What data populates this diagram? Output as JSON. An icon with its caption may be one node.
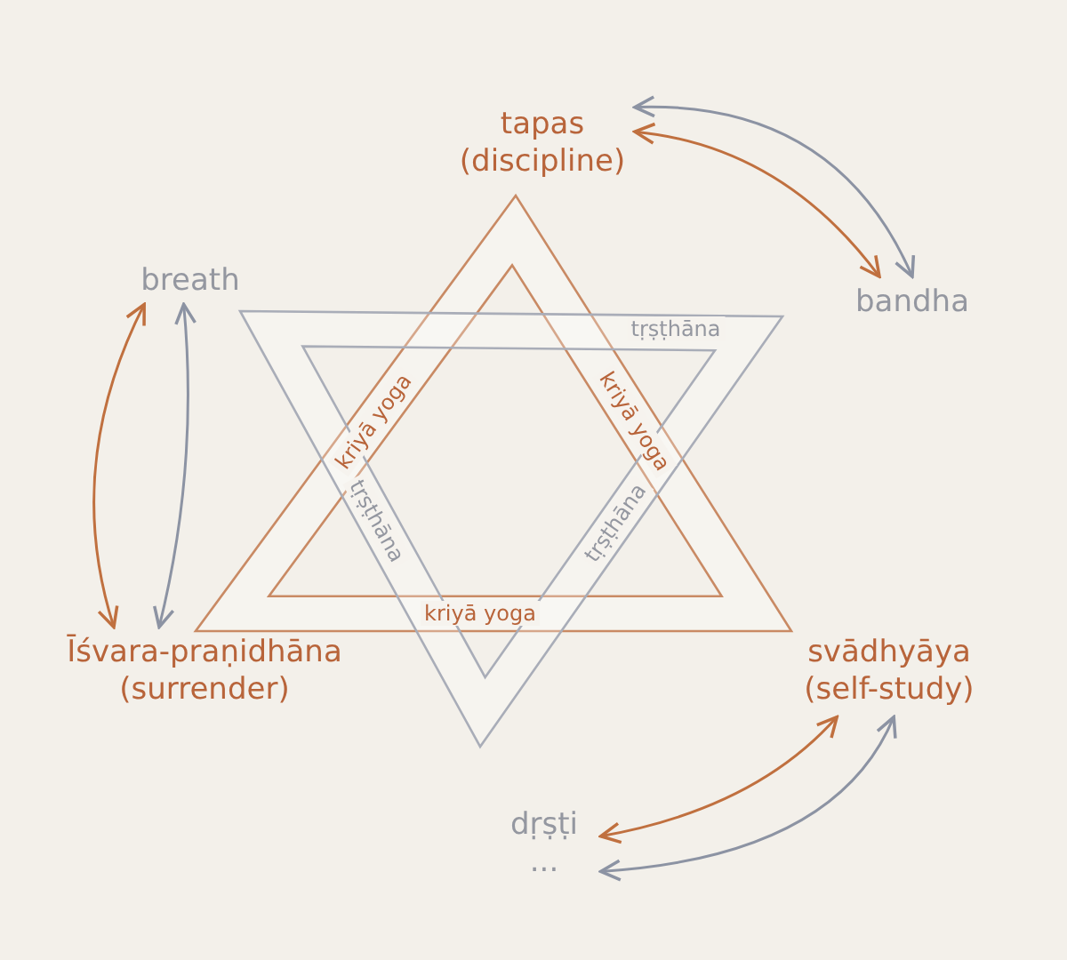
{
  "diagram": {
    "nodes": [
      {
        "text": [
          "tapas",
          "(discipline)"
        ]
      },
      {
        "text": [
          "breath"
        ]
      },
      {
        "text": [
          "bandha"
        ]
      },
      {
        "text": [
          "Īśvara-praṇidhāna",
          "(surrender)"
        ]
      },
      {
        "text": [
          "svādhyāya",
          "(self-study)"
        ]
      },
      {
        "text": [
          "dṛṣṭi",
          "..."
        ]
      }
    ],
    "edges": [
      {
        "from": 0,
        "to": 2,
        "arrow": "both",
        "color": "#c0703f"
      },
      {
        "from": 0,
        "to": 2,
        "arrow": "both",
        "color": "#8c93a3"
      },
      {
        "from": 1,
        "to": 3,
        "arrow": "both",
        "color": "#c0703f"
      },
      {
        "from": 1,
        "to": 3,
        "arrow": "both",
        "color": "#8c93a3"
      },
      {
        "from": 4,
        "to": 5,
        "arrow": "both",
        "color": "#c0703f"
      },
      {
        "from": 4,
        "to": 5,
        "arrow": "both",
        "color": "#8c93a3"
      }
    ],
    "labels": [
      "tṛṣṭhāna",
      "kriyā yoga",
      "kriyā yoga",
      "tṛṣṭhāna",
      "tṛṣṭhāna",
      "kriyā yoga"
    ]
  }
}
